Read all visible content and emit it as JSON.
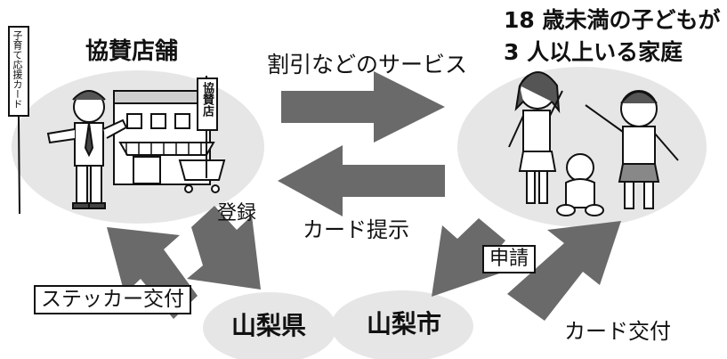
{
  "nodes": {
    "shop_title": "協賛店舗",
    "family_line1": "18 歳未満の子どもが",
    "family_line2": "3 人以上いる家庭",
    "prefecture": "山梨県",
    "city": "山梨市"
  },
  "flows": {
    "services": "割引などのサービス",
    "card_presentation": "カード提示",
    "registration": "登録",
    "sticker_delivery": "ステッカー交付",
    "application": "申請",
    "card_delivery": "カード交付"
  },
  "illustration_text": {
    "banner": "子育て応援カード",
    "shop_sign": "協賛店"
  },
  "colors": {
    "ellipse_fill": "#e6e6e6",
    "arrow_fill": "#6a6a6a",
    "text": "#111111"
  }
}
